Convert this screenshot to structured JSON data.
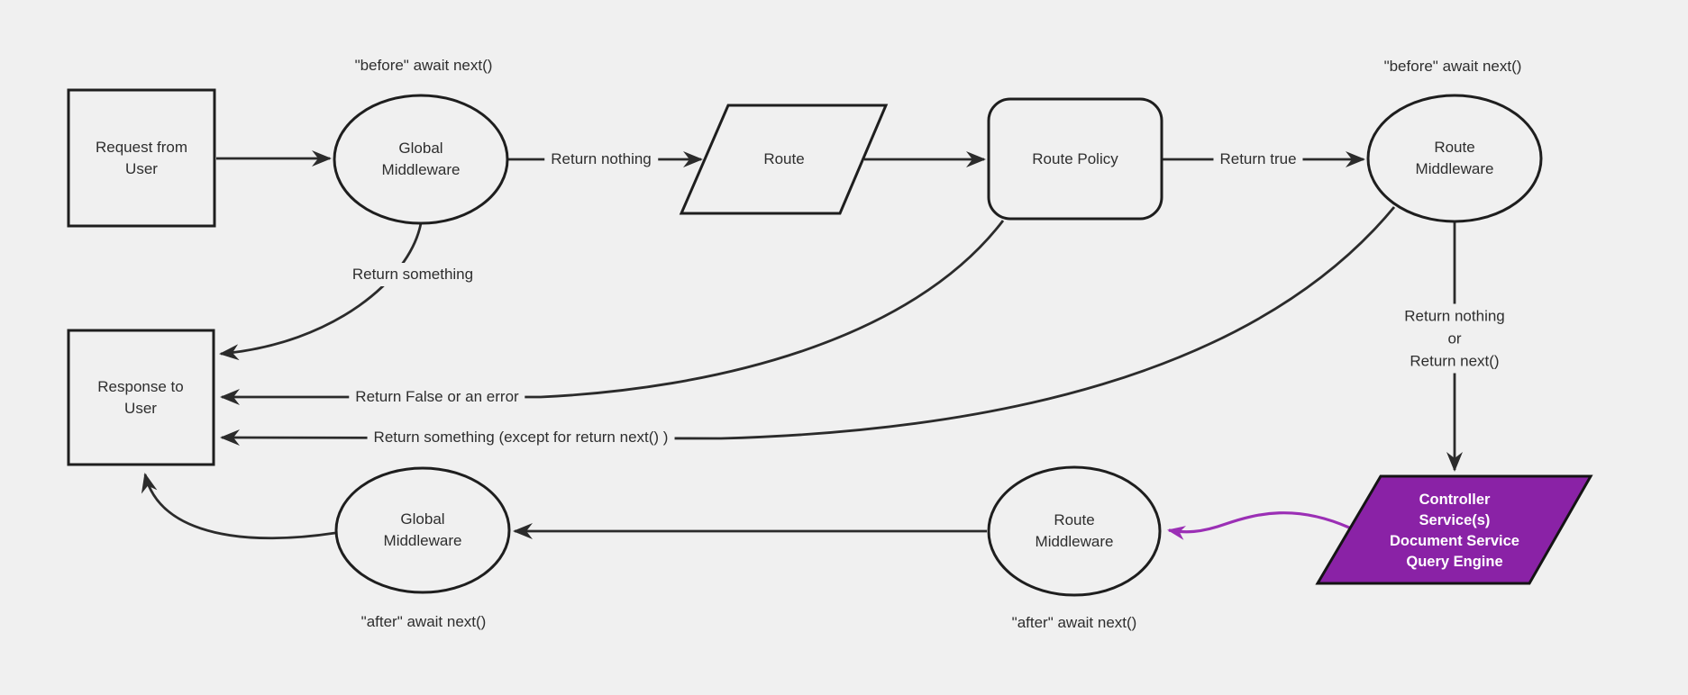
{
  "diagram": {
    "title": "middleware request/response flowchart",
    "colors": {
      "background": "#f0f0f0",
      "node_fill": "#f0f0f0",
      "node_stroke": "#1e1e1e",
      "edge_color": "#2b2b2b",
      "purple_fill": "#8a22a6",
      "purple_stroke": "#141414",
      "purple_edge": "#9b2fb5",
      "controller_text": "#ffffff"
    },
    "nodes": {
      "request": {
        "label": "Request from User",
        "shape": "rectangle"
      },
      "global_middleware_before": {
        "label": "Global Middleware",
        "shape": "ellipse"
      },
      "route": {
        "label": "Route",
        "shape": "parallelogram"
      },
      "route_policy": {
        "label": "Route Policy",
        "shape": "rounded-rectangle"
      },
      "route_middleware_before": {
        "label": "Route Middleware",
        "shape": "ellipse"
      },
      "response": {
        "label": "Response to User",
        "shape": "rectangle"
      },
      "global_middleware_after": {
        "label": "Global Middleware",
        "shape": "ellipse"
      },
      "route_middleware_after": {
        "label": "Route Middleware",
        "shape": "ellipse"
      },
      "controller": {
        "shape": "parallelogram",
        "label_lines": [
          "Controller",
          "Service(s)",
          "Document Service",
          "Query Engine"
        ]
      }
    },
    "annotations": {
      "before_await_left": "\"before\" await next()",
      "before_await_right": "\"before\" await next()",
      "after_await_left": "\"after\" await next()",
      "after_await_right": "\"after\" await next()"
    },
    "edge_labels": {
      "return_nothing": "Return nothing",
      "return_true": "Return true",
      "return_something": "Return something",
      "return_false_or_error": "Return False or an error",
      "return_something_except": "Return something (except for return next() )",
      "return_nothing_or": {
        "line1": "Return nothing",
        "line2": "or",
        "line3": "Return next()"
      }
    }
  }
}
